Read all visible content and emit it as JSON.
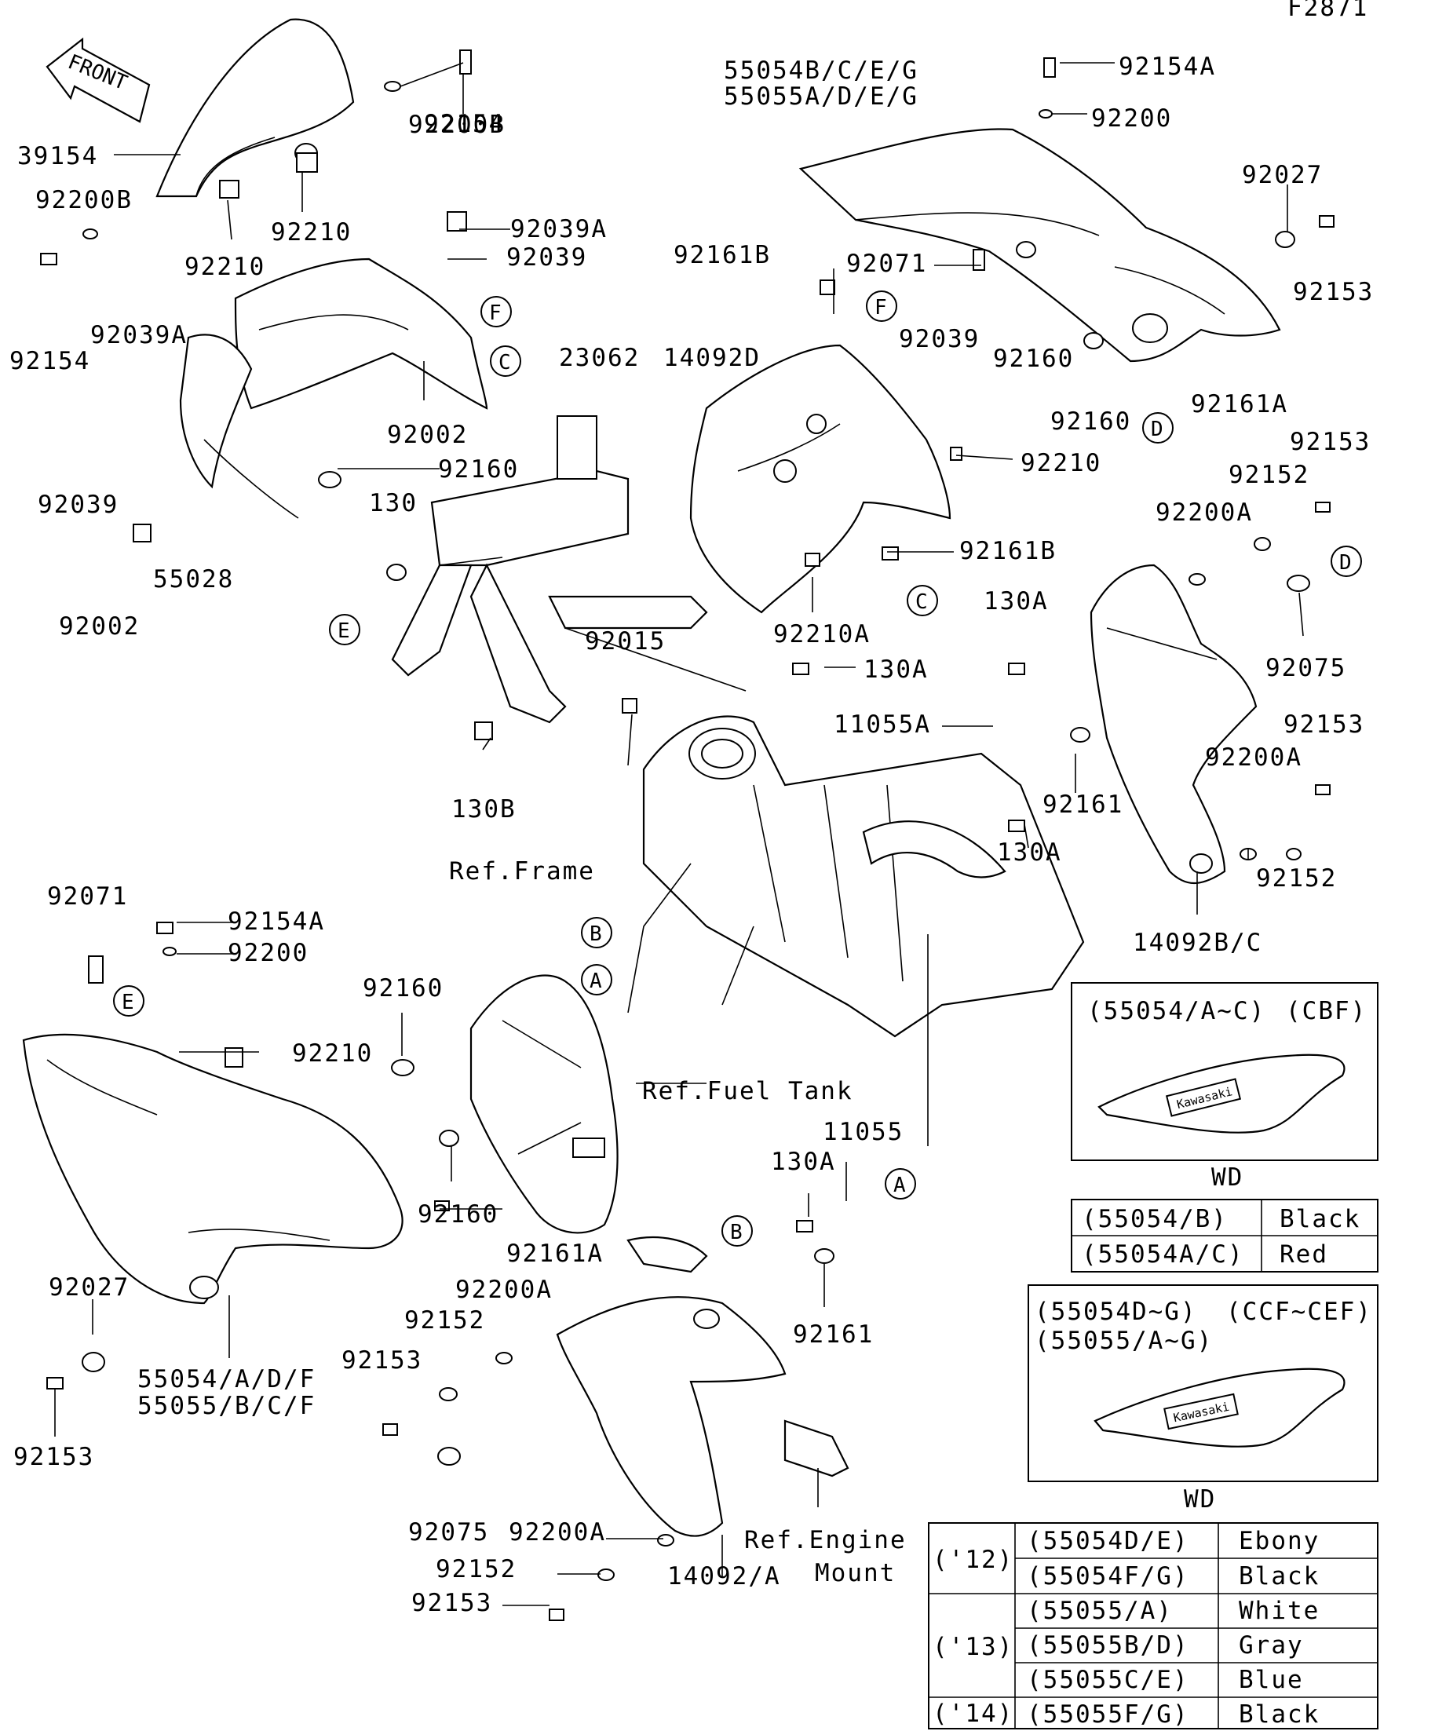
{
  "figure_code": "F2871",
  "front_arrow": "FRONT",
  "parts": {
    "p39154": "39154",
    "p92154_a": "92154",
    "p92154_b": "92154",
    "p92200B_a": "92200B",
    "p92200B_b": "92200B",
    "p92210_a": "92210",
    "p92210_b": "92210",
    "p92210_c": "92210",
    "p92210_d": "92210",
    "p92039A_a": "92039A",
    "p92039A_b": "92039A",
    "p92039_a": "92039",
    "p92039_b": "92039",
    "p92039_c": "92039",
    "p92002_a": "92002",
    "p92002_b": "92002",
    "p92160_a": "92160",
    "p92160_b": "92160",
    "p92160_c": "92160",
    "p92160_d": "92160",
    "p92160_e": "92160",
    "p55028": "55028",
    "p130": "130",
    "p130A_a": "130A",
    "p130A_b": "130A",
    "p130A_c": "130A",
    "p130A_d": "130A",
    "p130B": "130B",
    "p23062": "23062",
    "p14092D": "14092D",
    "p92161B_a": "92161B",
    "p92161B_b": "92161B",
    "p92210A": "92210A",
    "p92015": "92015",
    "p55054BCEG": "55054B/C/E/G",
    "p55055ADEG": "55055A/D/E/G",
    "p92154A_a": "92154A",
    "p92154A_b": "92154A",
    "p92200_a": "92200",
    "p92200_b": "92200",
    "p92027_a": "92027",
    "p92027_b": "92027",
    "p92153_a": "92153",
    "p92153_b": "92153",
    "p92153_c": "92153",
    "p92153_d": "92153",
    "p92153_e": "92153",
    "p92153_f": "92153",
    "p92071_a": "92071",
    "p92071_b": "92071",
    "p92161A_a": "92161A",
    "p92161A_b": "92161A",
    "p92152_a": "92152",
    "p92152_b": "92152",
    "p92152_c": "92152",
    "p92152_d": "92152",
    "p92200A_a": "92200A",
    "p92200A_b": "92200A",
    "p92200A_c": "92200A",
    "p92200A_d": "92200A",
    "p92075_a": "92075",
    "p92075_b": "92075",
    "p11055A": "11055A",
    "p11055": "11055",
    "p92161_a": "92161",
    "p92161_b": "92161",
    "p14092BC": "14092B/C",
    "p14092A": "14092/A",
    "p55054ADF": "55054/A/D/F",
    "p55055BCF": "55055/B/C/F"
  },
  "refs": {
    "frame": "Ref.Frame",
    "fuel_tank": "Ref.Fuel Tank",
    "engine": "Ref.Engine",
    "mount": "Mount"
  },
  "markers": [
    "A",
    "B",
    "C",
    "D",
    "E",
    "F"
  ],
  "variant_box_1": {
    "heading_code": "(55054/A~C)",
    "heading_model": "(CBF)",
    "decal_text": "WD",
    "brand_mark": "Kawasaki",
    "rows": [
      {
        "code": "(55054/B)",
        "color": "Black"
      },
      {
        "code": "(55054A/C)",
        "color": "Red"
      }
    ]
  },
  "variant_box_2": {
    "heading_code_1": "(55054D~G)",
    "heading_model": "(CCF~CEF)",
    "heading_code_2": "(55055/A~G)",
    "decal_text": "WD",
    "brand_mark": "Kawasaki",
    "years": [
      "('12)",
      "('13)",
      "('14)"
    ],
    "rows": [
      {
        "code": "(55054D/E)",
        "color": "Ebony"
      },
      {
        "code": "(55054F/G)",
        "color": "Black"
      },
      {
        "code": "(55055/A)",
        "color": "White"
      },
      {
        "code": "(55055B/D)",
        "color": "Gray"
      },
      {
        "code": "(55055C/E)",
        "color": "Blue"
      },
      {
        "code": "(55055F/G)",
        "color": "Black"
      }
    ]
  }
}
